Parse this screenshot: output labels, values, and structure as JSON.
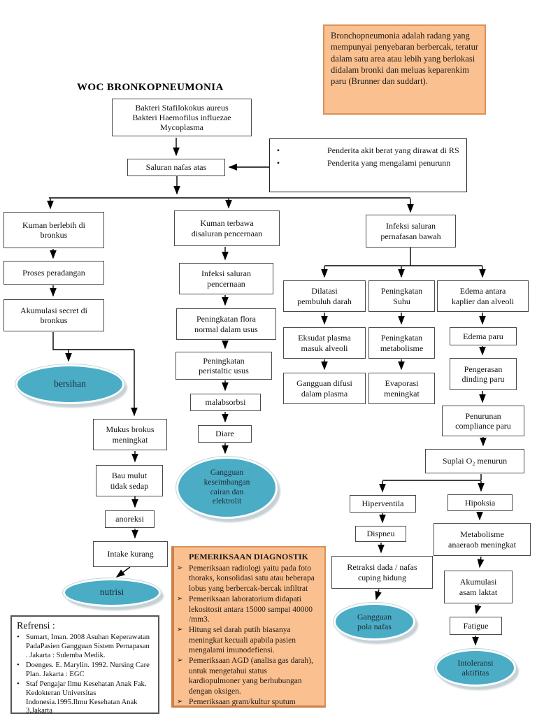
{
  "title": "WOC BRONKOPNEUMONIA",
  "glyphs": {
    "disc": "•",
    "arrow_bullet": "➢"
  },
  "colors": {
    "ellipse_fill": "#4BACC6",
    "info_box_fill": "#FAC090",
    "info_box_border": "#DB9159",
    "flow_box_border": "#4A4A4A",
    "connector_line": "#000000"
  },
  "definition_box": {
    "text": "Bronchopneumonia adalah radang yang mempunyai penyebaran berbercak, teratur dalam satu area atau lebih yang berlokasi didalam bronki dan meluas keparenkim paru (Brunner dan suddart)."
  },
  "patients_box": {
    "items": [
      "Penderita akit berat yang dirawat di RS",
      "Penderita yang mengalami penurunn"
    ]
  },
  "nodes": {
    "bacteria": "Bakteri Stafilokokus aureus\nBakteri Haemofilus influezae\nMycoplasma",
    "saluran_nafas_atas": "Saluran nafas atas",
    "kuman_berlebih": "Kuman berlebih di\nbronkus",
    "proses_peradangan": "Proses peradangan",
    "akumulasi_secret": "Akumulasi secret di\nbronkus",
    "bersihan": "bersihan",
    "mukus_brokus": "Mukus brokus\nmeningkat",
    "bau_mulut": "Bau mulut\ntidak sedap",
    "anoreksi": "anoreksi",
    "intake_kurang": "Intake kurang",
    "nutrisi": "nutrisi",
    "kuman_terbawa": "Kuman terbawa\ndisaluran pencernaan",
    "infeksi_pencernaan": "Infeksi saluran\npencernaan",
    "flora_usus": "Peningkatan flora\nnormal dalam usus",
    "peristaltic_usus": "Peningkatan\nperistaltic usus",
    "malabsorbsi": "malabsorbsi",
    "diare": "Diare",
    "gangguan_cairan": "Gangguan\nkeseimbangan\ncairan dan\nelektrolit",
    "infeksi_bawah": "Infeksi saluran\npernafasan bawah",
    "dilatasi": "Dilatasi\npembuluh darah",
    "eksudat": "Eksudat plasma\nmasuk alveoli",
    "gangguan_difusi": "Gangguan difusi\ndalam plasma",
    "peningkatan_suhu": "Peningkatan\nSuhu",
    "peningkatan_metabolisme": "Peningkatan\nmetabolisme",
    "evaporasi": "Evaporasi\nmeningkat",
    "edema_antara": "Edema antara\nkaplier dan alveoli",
    "edema_paru": "Edema paru",
    "pengerasan": "Pengerasan\ndinding paru",
    "compliance": "Penurunan\ncompliance paru",
    "suplai_o2": "Suplai O₂ menurun",
    "hiperventila": "Hiperventila",
    "dispneu": "Dispneu",
    "retraksi": "Retraksi dada / nafas\ncuping hidung",
    "gangguan_pola_nafas": "Gangguan\npola nafas",
    "hipoksia": "Hipoksia",
    "metabolisme_anaerob": "Metabolisme\nanaeraob meningkat",
    "asam_laktat": "Akumulasi\nasam laktat",
    "fatigue": "Fatigue",
    "intoleransi": "Intoleransi\naktifitas"
  },
  "diagnostic_box": {
    "heading": "PEMERIKSAAN DIAGNOSTIK",
    "items": [
      "Pemeriksaan radiologi yaitu pada foto thoraks, konsolidasi satu atau beberapa lobus yang berbercak-bercak infiltrat",
      "Pemeriksaan laboratorium didapati lekositosit antara 15000 sampai 40000 /mm3.",
      "Hitung sel darah putih biasanya meningkat kecuali apabila pasien mengalami imunodefiensi.",
      "Pemeriksaan AGD (analisa gas darah), untuk mengetahui status kardiopulmoner yang berhubungan dengan oksigen.",
      "Pemeriksaan gram/kultur sputum"
    ]
  },
  "references_box": {
    "heading": "Refrensi :",
    "items": [
      "Sumart, Iman. 2008 Asuhan Keperawatan PadaPasien Gangguan Sistem Pernapasan . Jakarta : Sulemba Medik.",
      "Doenges. E. Marylin. 1992. Nursing Care Plan. Jakarta : EGC",
      "Staf Pengajar Ilmu Kesehatan Anak Fak. Kedokteran Universitas Indonesia.1995.Ilmu Kesehatan Anak 3.Jakarta"
    ]
  }
}
